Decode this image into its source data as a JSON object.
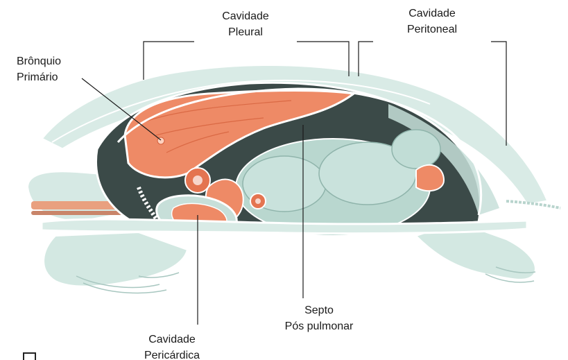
{
  "labels": {
    "pleural": {
      "line1": "Cavidade",
      "line2": "Pleural"
    },
    "peritoneal": {
      "line1": "Cavidade",
      "line2": "Peritoneal"
    },
    "bronquio": {
      "line1": "Brônquio",
      "line2": "Primário"
    },
    "septo": {
      "line1": "Septo",
      "line2": "Pós pulmonar"
    },
    "pericardica": {
      "line1": "Cavidade",
      "line2": "Pericárdica"
    }
  },
  "colors": {
    "lung": "#ee8a66",
    "lung_dark": "#d4603c",
    "shell_light": "#cfe4df",
    "body_light": "#d8ebe6",
    "cavity_dark": "#3b4a48",
    "gut": "#b9d7cf",
    "outline": "#ffffff",
    "leader": "#1a1a1a"
  }
}
